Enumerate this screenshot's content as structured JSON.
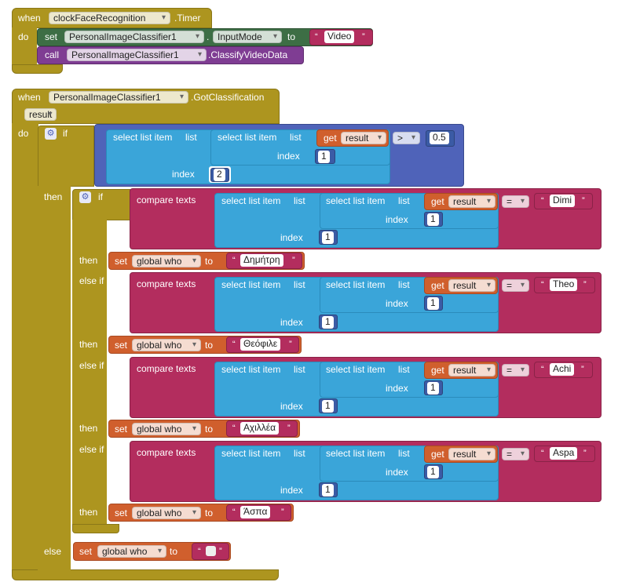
{
  "timer_block": {
    "when": "when",
    "component": "clockFaceRecognition",
    "event": ".Timer",
    "do": "do",
    "set": "set",
    "set_component": "PersonalImageClassifier1",
    "dot": ".",
    "property": "InputMode",
    "to": "to",
    "value": "Video",
    "call": "call",
    "call_component": "PersonalImageClassifier1",
    "method": ".ClassifyVideoData"
  },
  "gc_block": {
    "when": "when",
    "component": "PersonalImageClassifier1",
    "event": ".GotClassification",
    "param": "result",
    "do": "do",
    "if": "if",
    "then": "then",
    "else": "else",
    "else_if": "else if",
    "select_list_item": "select list item",
    "list": "list",
    "index": "index",
    "get": "get",
    "result_var": "result",
    "compare_op": ">",
    "threshold": "0.5",
    "index_two": "2",
    "index_one": "1",
    "compare_texts": "compare texts",
    "eq_op": "=",
    "set": "set",
    "global_who": "global who",
    "to": "to",
    "branches": [
      {
        "name": "Dimi",
        "value": "Δημήτρη"
      },
      {
        "name": "Theo",
        "value": "Θεόφιλε"
      },
      {
        "name": "Achi",
        "value": "Αχιλλέα"
      },
      {
        "name": "Aspa",
        "value": "Άσπα"
      }
    ],
    "else_value": ""
  },
  "colors": {
    "event": "#ad951f",
    "procedure": "#7f3d93",
    "setter": "#3d6e45",
    "control": "#4f63b9",
    "list": "#3aa5d9",
    "text": "#b32d5e",
    "variable": "#d05f2d",
    "math": "#3b5ba5"
  },
  "icons": {
    "mutator": "gear-icon",
    "dropdown": "chevron-down-icon"
  }
}
